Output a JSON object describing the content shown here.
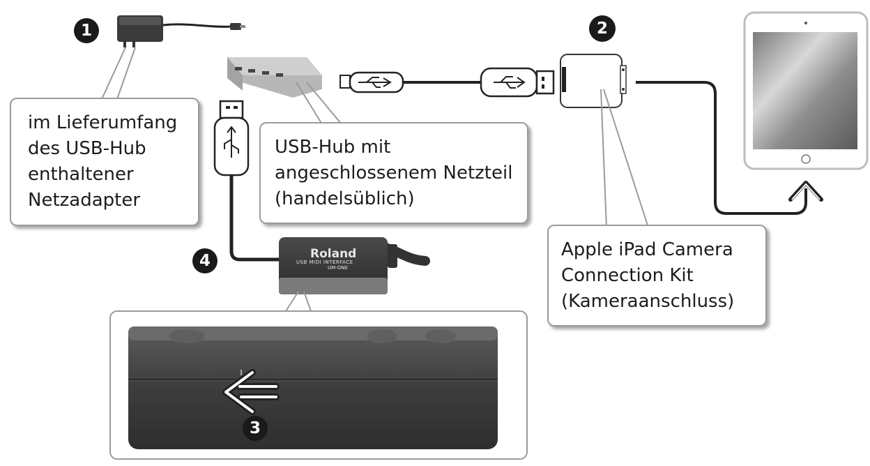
{
  "callouts": {
    "adapter": [
      "im Lieferumfang",
      "des USB-Hub",
      "enthaltener",
      "Netzadapter"
    ],
    "hub": [
      "USB-Hub mit",
      "angeschlossenem Netzteil",
      "(handelsüblich)"
    ],
    "camera_kit": [
      "Apple iPad Camera",
      "Connection Kit",
      "(Kameraanschluss)"
    ]
  },
  "badges": {
    "b1": "1",
    "b2": "2",
    "b3": "3",
    "b4": "4"
  },
  "device": {
    "brand": "Roland",
    "line1": "USB MIDI INTERFACE",
    "line2": "UM-ONE"
  },
  "icons": [
    "power-adapter-icon",
    "usb-hub-icon",
    "usb-plug-icon",
    "camera-connection-kit-icon",
    "ipad-icon",
    "midi-interface-icon",
    "arrow-left-icon",
    "arrow-up-icon"
  ]
}
